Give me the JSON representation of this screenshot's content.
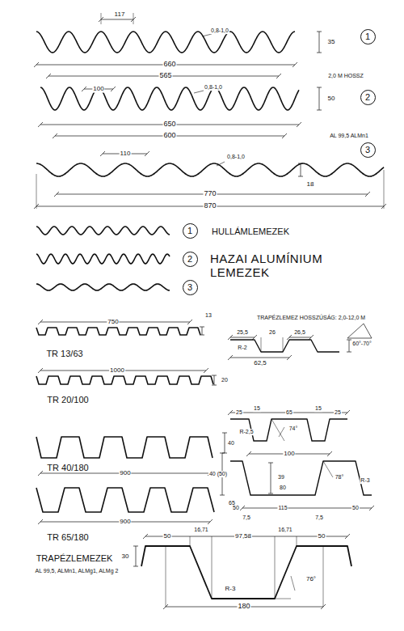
{
  "diagram": {
    "title": "HAZAI ALUMÍNIUM LEMEZEK",
    "nodes": [
      {
        "text": [
          "1"
        ]
      },
      {
        "text": [
          "2"
        ]
      },
      {
        "text": [
          "3"
        ]
      },
      {
        "text": [
          "1"
        ]
      },
      {
        "text": [
          "2"
        ]
      },
      {
        "text": [
          "3"
        ]
      }
    ],
    "labels": [
      "117",
      "0,8-1,0",
      "660",
      "565",
      "35",
      "2,0 M HOSSZ",
      "100",
      "0,8-1,0",
      "650",
      "600",
      "50",
      "AL 99,5 ALMn1",
      "110",
      "0,8-1,0",
      "18",
      "770",
      "870",
      "HULLÁMLEMEZEK",
      "750",
      "13",
      "TR 13/63",
      "TRAPÉZLEMEZ HOSSZÚSÁG: 2,0-12,0 M",
      "25,5",
      "26",
      "26,5",
      "R-2",
      "62,5",
      "60°-70°",
      "1000",
      "20",
      "TR 20/100",
      "25",
      "15",
      "65",
      "15",
      "25",
      "R-2,5",
      "74°",
      "100",
      "40",
      "900",
      "TR 40/180",
      "40 (50)",
      "R-3",
      "39",
      "78°",
      "80",
      "65",
      "50",
      "7,5",
      "115",
      "7,5",
      "50",
      "900",
      "TR 65/180",
      "50",
      "16,71",
      "97,58",
      "16,71",
      "50",
      "30",
      "R-3",
      "76°",
      "180",
      "TRAPÉZLEMEZEK",
      "AL 99,5, ALMn1, ALMg1, ALMg 2"
    ]
  }
}
